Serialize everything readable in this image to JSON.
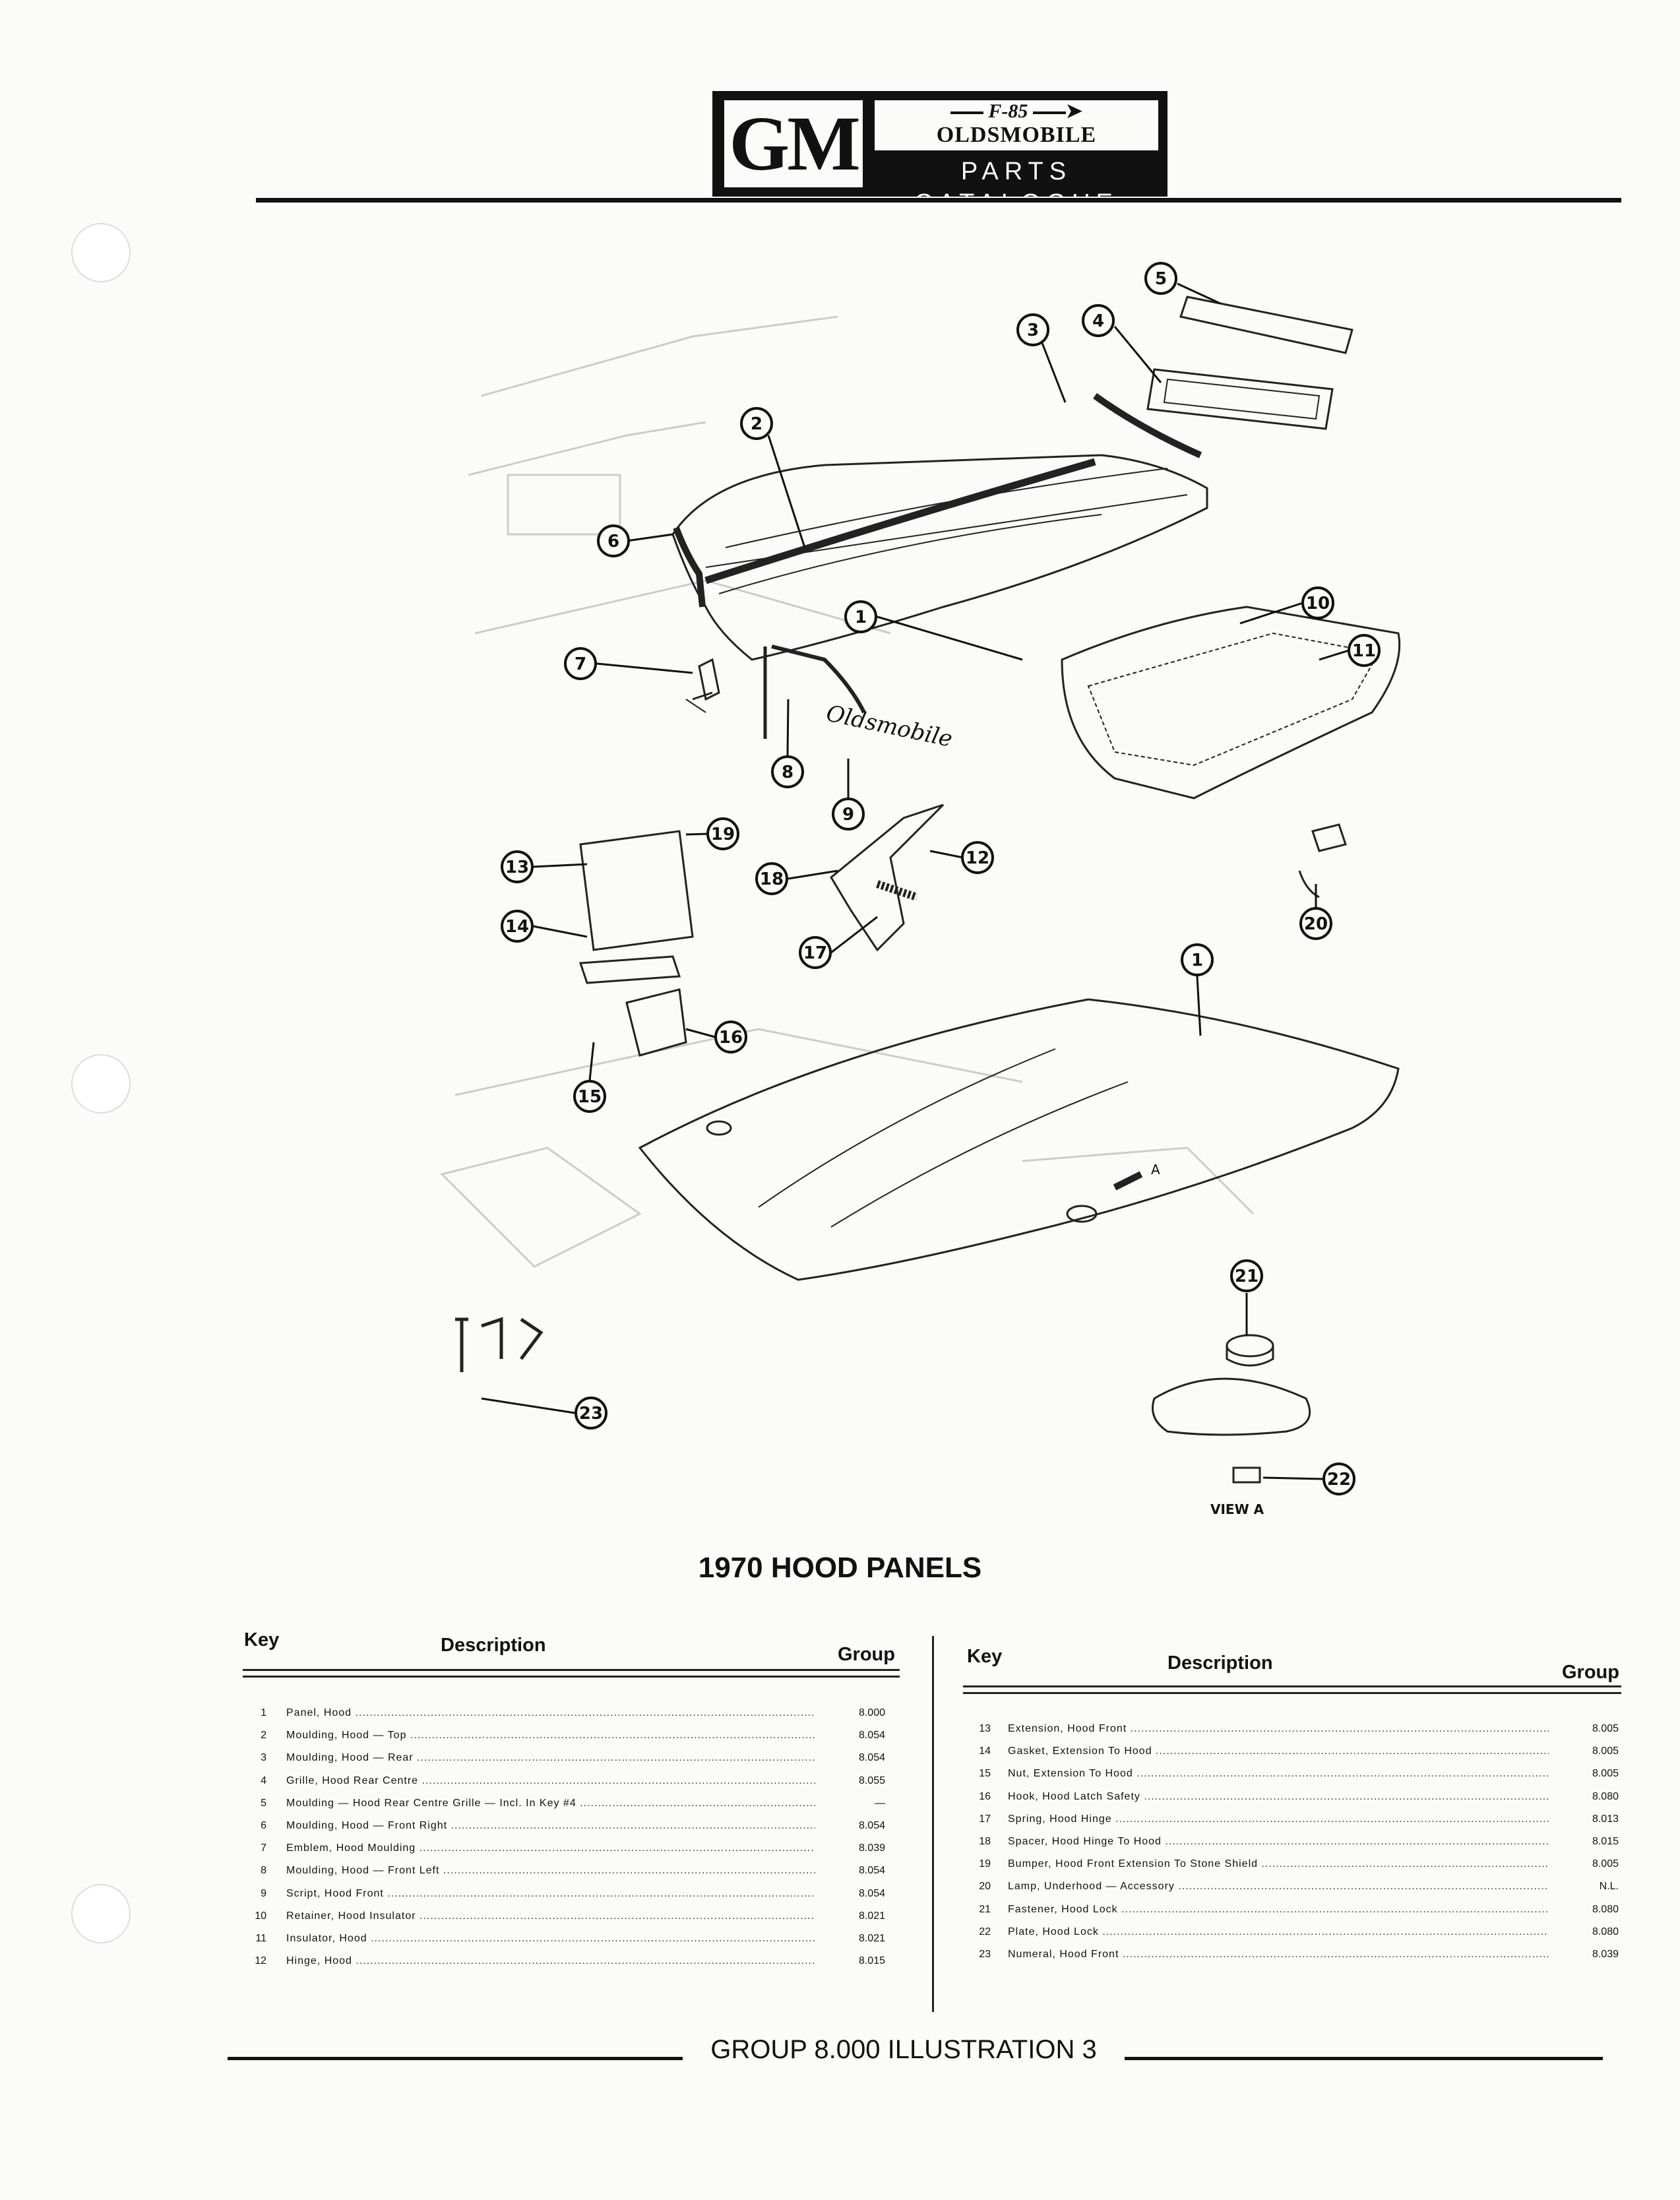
{
  "header": {
    "logo_gm": "GM",
    "logo_model": "F-85",
    "logo_brand": "OLDSMOBILE",
    "logo_catalogue": "PARTS CATALOGUE"
  },
  "diagram": {
    "callouts": [
      "1",
      "2",
      "3",
      "4",
      "5",
      "6",
      "7",
      "8",
      "9",
      "10",
      "11",
      "12",
      "13",
      "14",
      "15",
      "16",
      "17",
      "18",
      "19",
      "20",
      "21",
      "22",
      "23",
      "1"
    ],
    "view_label": "VIEW A",
    "script_text": "Oldsmobile",
    "arrow_label": "A"
  },
  "title": "1970 HOOD PANELS",
  "table": {
    "left": {
      "col_key": "Key",
      "col_desc": "Description",
      "col_group": "Group",
      "rows": [
        {
          "key": "1",
          "desc": "Panel, Hood",
          "group": "8.000"
        },
        {
          "key": "2",
          "desc": "Moulding, Hood — Top",
          "group": "8.054"
        },
        {
          "key": "3",
          "desc": "Moulding, Hood — Rear",
          "group": "8.054"
        },
        {
          "key": "4",
          "desc": "Grille, Hood Rear Centre",
          "group": "8.055"
        },
        {
          "key": "5",
          "desc": "Moulding — Hood Rear Centre Grille — Incl. In Key #4",
          "group": "—"
        },
        {
          "key": "6",
          "desc": "Moulding, Hood — Front Right",
          "group": "8.054"
        },
        {
          "key": "7",
          "desc": "Emblem, Hood Moulding",
          "group": "8.039"
        },
        {
          "key": "8",
          "desc": "Moulding, Hood — Front Left",
          "group": "8.054"
        },
        {
          "key": "9",
          "desc": "Script, Hood Front",
          "group": "8.054"
        },
        {
          "key": "10",
          "desc": "Retainer, Hood Insulator",
          "group": "8.021"
        },
        {
          "key": "11",
          "desc": "Insulator, Hood",
          "group": "8.021"
        },
        {
          "key": "12",
          "desc": "Hinge, Hood",
          "group": "8.015"
        }
      ]
    },
    "right": {
      "col_key": "Key",
      "col_desc": "Description",
      "col_group": "Group",
      "rows": [
        {
          "key": "13",
          "desc": "Extension, Hood Front",
          "group": "8.005"
        },
        {
          "key": "14",
          "desc": "Gasket, Extension To Hood",
          "group": "8.005"
        },
        {
          "key": "15",
          "desc": "Nut, Extension To Hood",
          "group": "8.005"
        },
        {
          "key": "16",
          "desc": "Hook, Hood Latch Safety",
          "group": "8.080"
        },
        {
          "key": "17",
          "desc": "Spring, Hood Hinge",
          "group": "8.013"
        },
        {
          "key": "18",
          "desc": "Spacer, Hood Hinge To Hood",
          "group": "8.015"
        },
        {
          "key": "19",
          "desc": "Bumper, Hood Front Extension To Stone Shield",
          "group": "8.005"
        },
        {
          "key": "20",
          "desc": "Lamp, Underhood — Accessory",
          "group": "N.L."
        },
        {
          "key": "21",
          "desc": "Fastener, Hood Lock",
          "group": "8.080"
        },
        {
          "key": "22",
          "desc": "Plate, Hood Lock",
          "group": "8.080"
        },
        {
          "key": "23",
          "desc": "Numeral, Hood Front",
          "group": "8.039"
        }
      ]
    }
  },
  "footer": "GROUP 8.000 ILLUSTRATION 3"
}
